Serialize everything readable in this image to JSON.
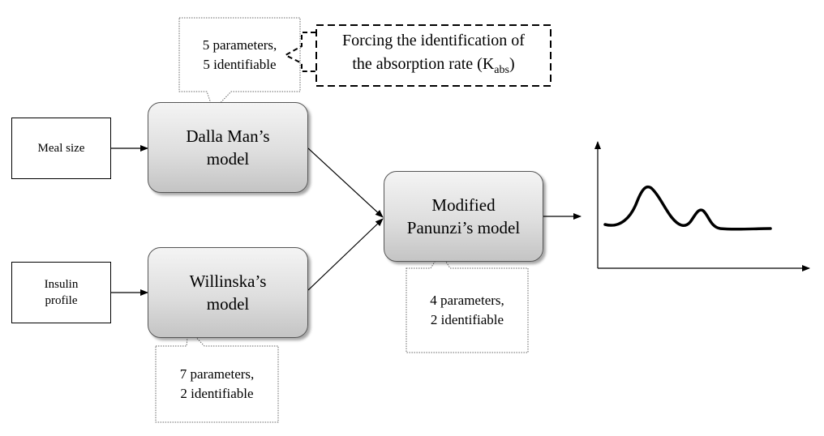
{
  "inputs": {
    "meal_size": "Meal size",
    "insulin_line1": "Insulin",
    "insulin_line2": "profile"
  },
  "models": {
    "dalla_man_line1": "Dalla Man’s",
    "dalla_man_line2": "model",
    "willinska_line1": "Willinska’s",
    "willinska_line2": "model",
    "panunzi_line1": "Modified",
    "panunzi_line2": "Panunzi’s model"
  },
  "callouts": {
    "dalla_line1": "5 parameters,",
    "dalla_line2": "5 identifiable",
    "willinska_line1": "7 parameters,",
    "willinska_line2": "2 identifiable",
    "panunzi_line1": "4 parameters,",
    "panunzi_line2": "2 identifiable"
  },
  "forcing": {
    "line1": "Forcing the identification of",
    "line2_prefix": "the absorption rate (K",
    "line2_sub": "abs",
    "line2_suffix": ")"
  },
  "colors": {
    "model_fill_top": "#f4f4f4",
    "model_fill_bottom": "#c4c4c4",
    "stroke": "#000000"
  }
}
